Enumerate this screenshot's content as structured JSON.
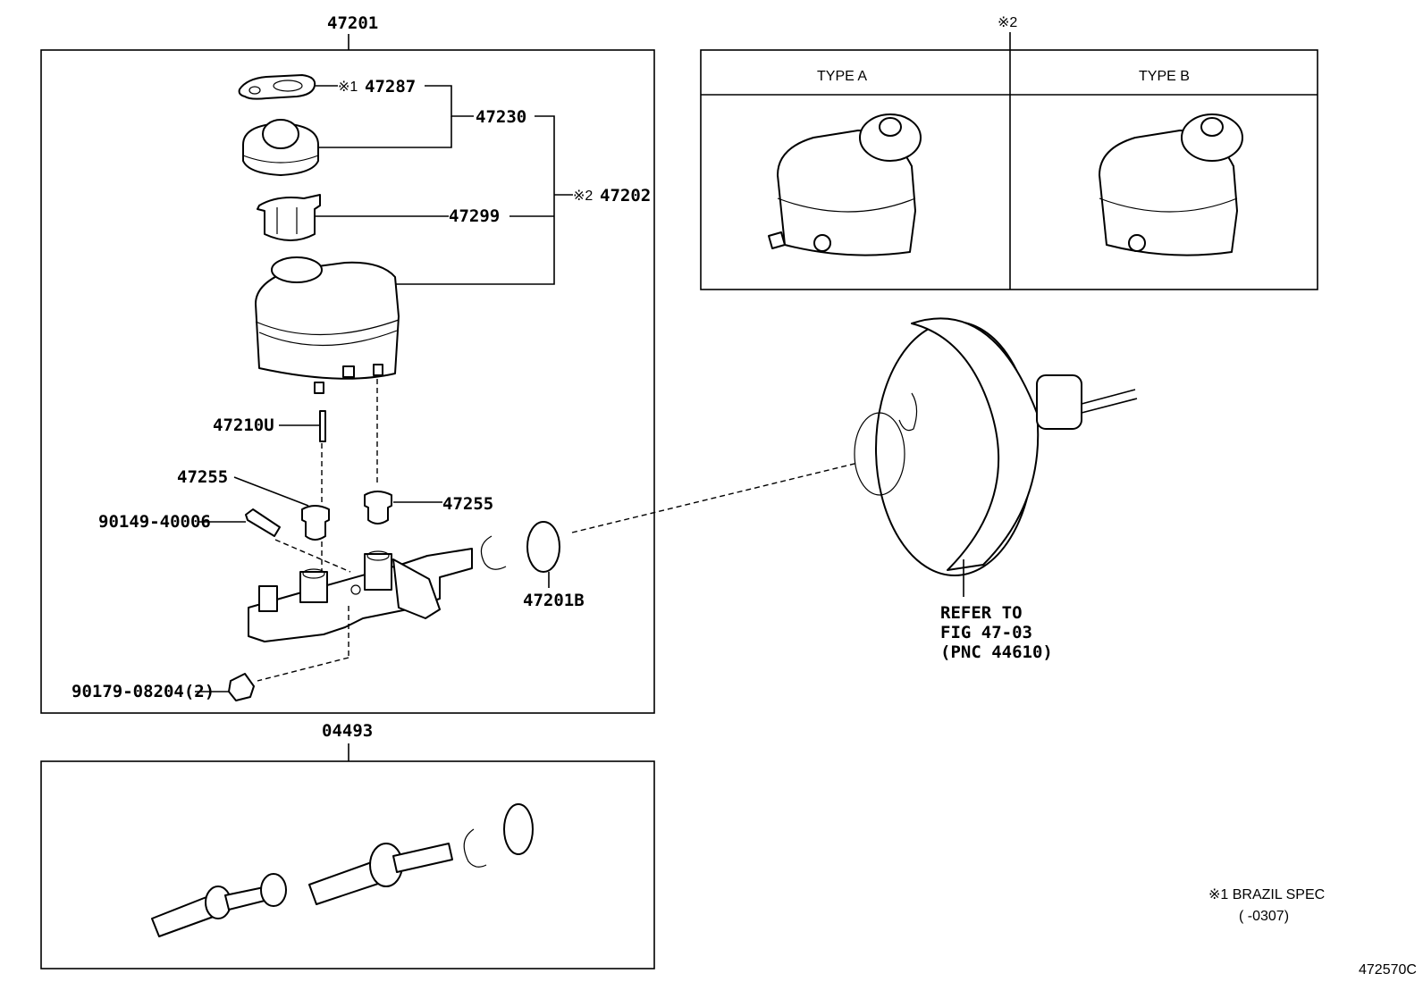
{
  "labels": {
    "assembly_main": "47201",
    "variant_note_marker": "※2",
    "type_a": "TYPE A",
    "type_b": "TYPE B",
    "gasket": "47287",
    "gasket_note": "※1",
    "cap": "47230",
    "reservoir_set": "47202",
    "reservoir_note": "※2",
    "strainer": "47299",
    "pin": "47210U",
    "grommet_left": "47255",
    "grommet_right": "47255",
    "screw": "90149-40006",
    "oring": "47201B",
    "plug": "90179-08204(2)",
    "kit": "04493",
    "refer_line1": "REFER  TO",
    "refer_line2": "FIG 47-03",
    "refer_line3": "(PNC 44610)"
  },
  "footnote": {
    "line1": "※1  BRAZIL SPEC",
    "line2": "(       -0307)"
  },
  "figure_id": "472570C"
}
